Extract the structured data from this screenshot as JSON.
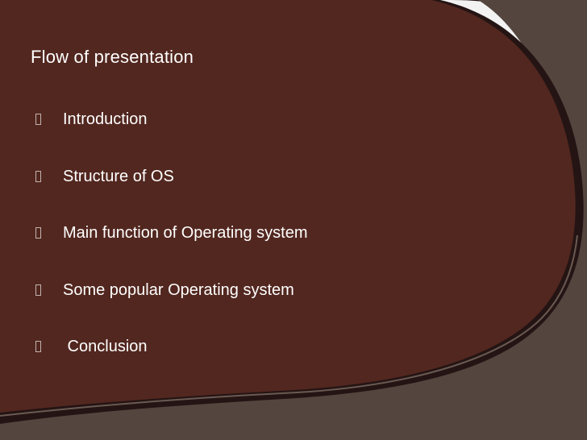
{
  "slide": {
    "title": "Flow of presentation",
    "items": [
      {
        "label": "Introduction"
      },
      {
        "label": "Structure of OS"
      },
      {
        "label": "Main function of Operating system"
      },
      {
        "label": "Some popular Operating system"
      },
      {
        "label": " Conclusion"
      }
    ]
  },
  "colors": {
    "background": "#f2f2f2",
    "dark_frame": "#241414",
    "light_frame": "#54463f",
    "content_area": "#52271f",
    "text": "#ffffff"
  }
}
